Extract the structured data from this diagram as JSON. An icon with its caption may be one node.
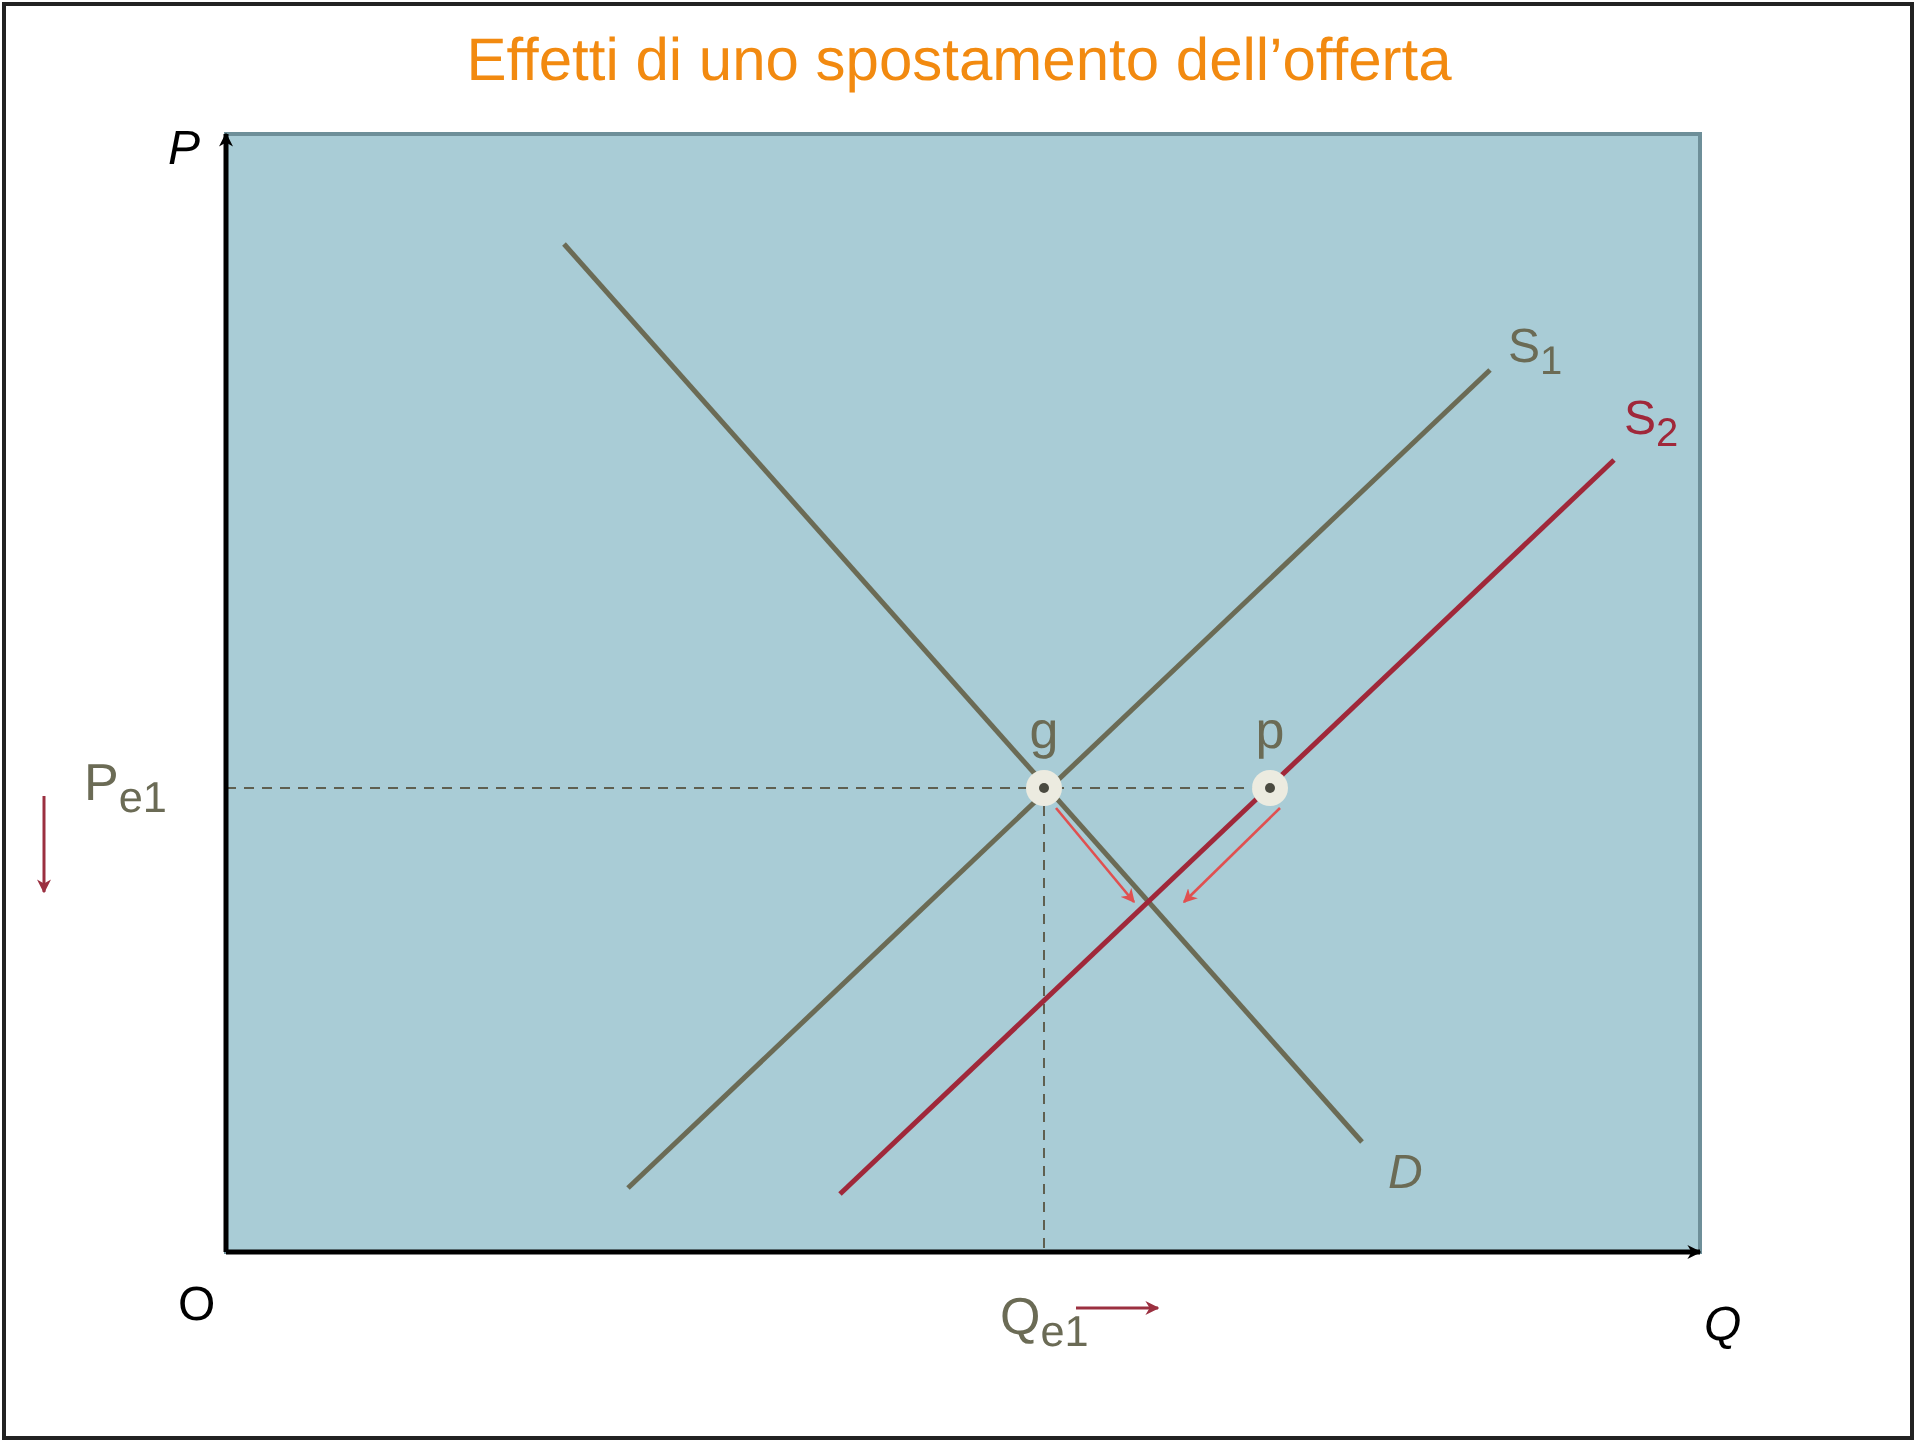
{
  "diagram": {
    "title": "Effetti di uno spostamento dell’offerta",
    "nodes": [
      {
        "text": [
          "g"
        ]
      },
      {
        "text": [
          "p"
        ]
      }
    ],
    "edges": [
      {
        "from": 0,
        "to": null,
        "arrow": "to",
        "color": "#e05050"
      },
      {
        "from": 1,
        "to": null,
        "arrow": "to",
        "color": "#e05050"
      }
    ],
    "labels": [
      "P",
      "P$_{e1}$",
      "O",
      "Q$_{e1}$",
      "Q",
      "S$_{1}$",
      "S$_{2}$",
      "D"
    ]
  }
}
